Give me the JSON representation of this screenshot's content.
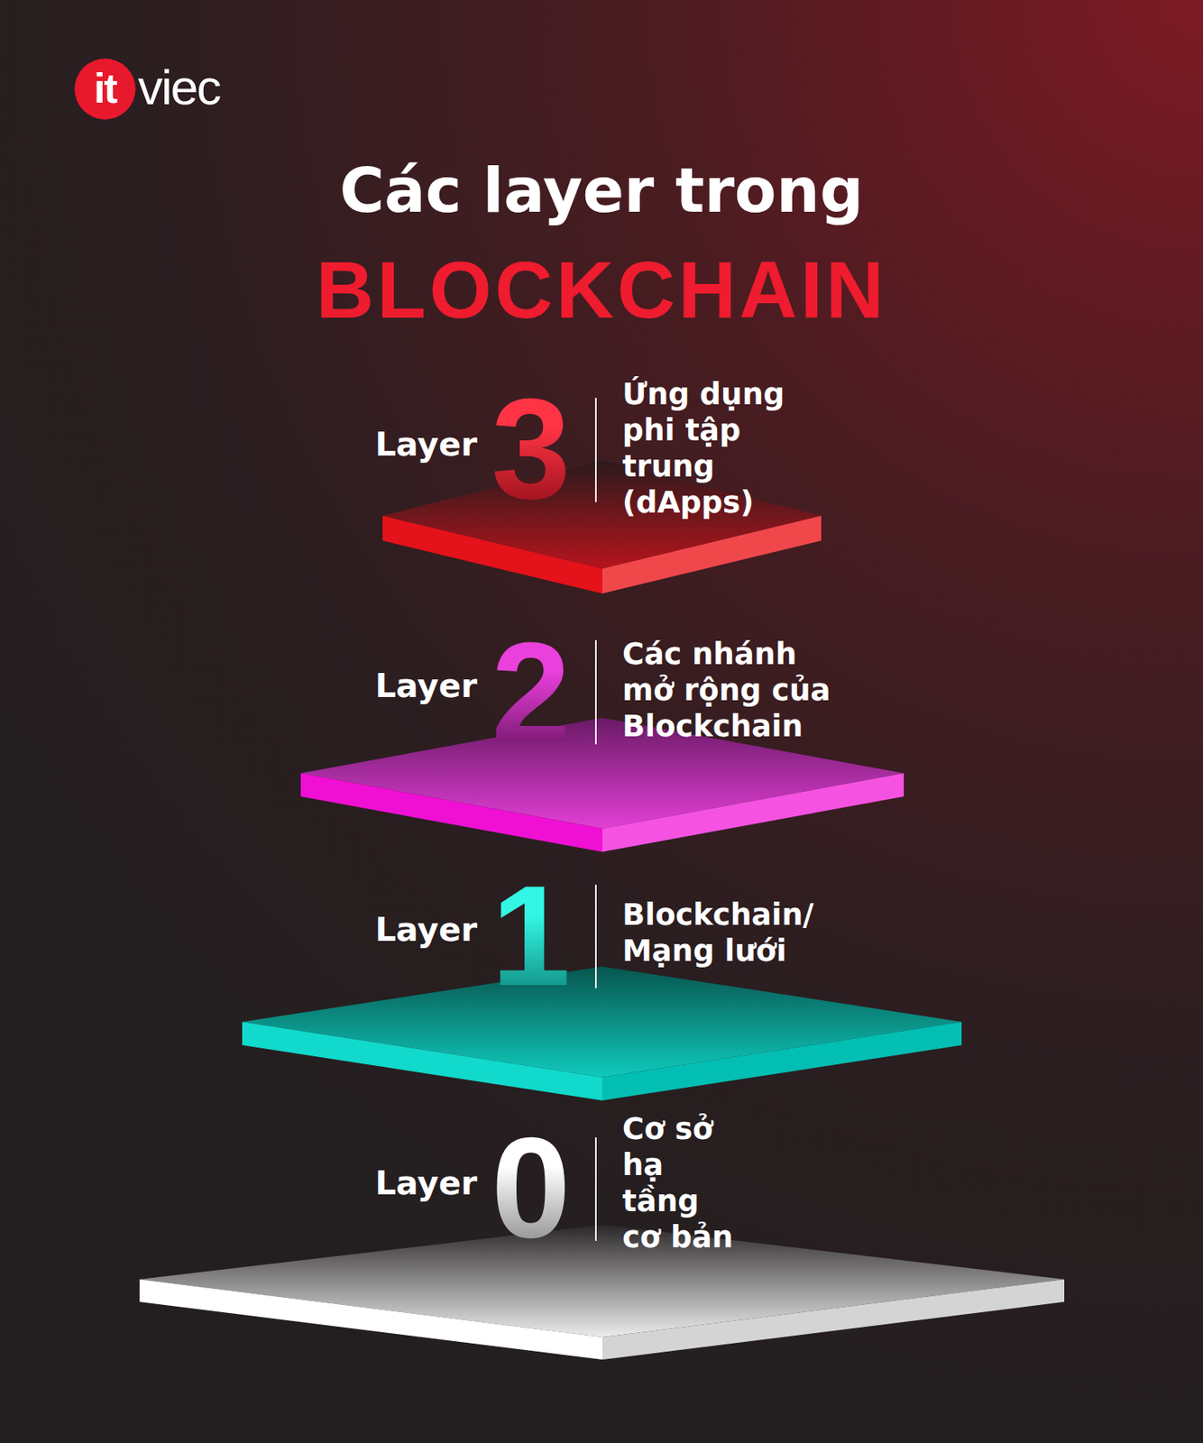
{
  "diagram": {
    "title": "Các layer trong",
    "nodes": [
      {
        "text": [
          "Layer",
          "3",
          "Ứng dụng phi tập trung (dApps)"
        ]
      },
      {
        "text": [
          "Layer",
          "2",
          "Các nhánh mở rộng của Blockchain"
        ]
      },
      {
        "text": [
          "Layer",
          "1",
          "Blockchain/ Mạng lưới"
        ]
      },
      {
        "text": [
          "Layer",
          "0",
          "Cơ sở hạ tầng cơ bản"
        ]
      }
    ],
    "labels": [
      "it",
      "viec",
      "BLOCKCHAIN"
    ]
  }
}
